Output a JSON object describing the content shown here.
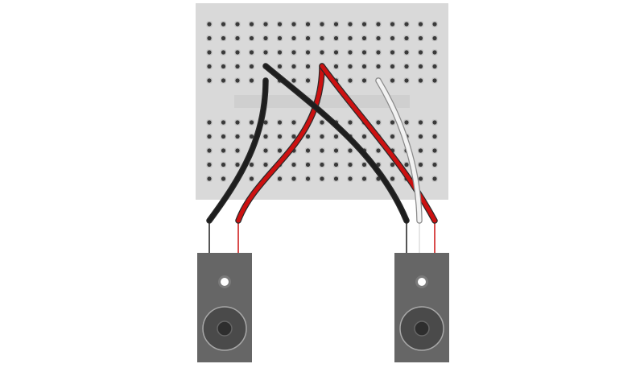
{
  "diagram": {
    "breadboard": {
      "body_color": "#d9d9d9",
      "hole_color": "#3a3a3a",
      "hole_shadow_color": "#c2c2c2",
      "center_channel_color": "#cfcfcf",
      "top_rows": 5,
      "bottom_rows": 5,
      "columns": 17
    },
    "wire_colors": {
      "black": "#1e1e1e",
      "red": "#cc1111",
      "white": "#f2f2f2"
    },
    "components": [
      {
        "name": "left-module",
        "body_color": "#666666",
        "jack_color": "#4a4a4a"
      },
      {
        "name": "right-module",
        "body_color": "#666666",
        "jack_color": "#4a4a4a"
      }
    ],
    "wires": [
      {
        "name": "black-wire-left",
        "color": "black"
      },
      {
        "name": "red-wire-left",
        "color": "red"
      },
      {
        "name": "black-wire-cross",
        "color": "black"
      },
      {
        "name": "red-wire-right",
        "color": "red"
      },
      {
        "name": "white-wire-right",
        "color": "white"
      }
    ]
  }
}
